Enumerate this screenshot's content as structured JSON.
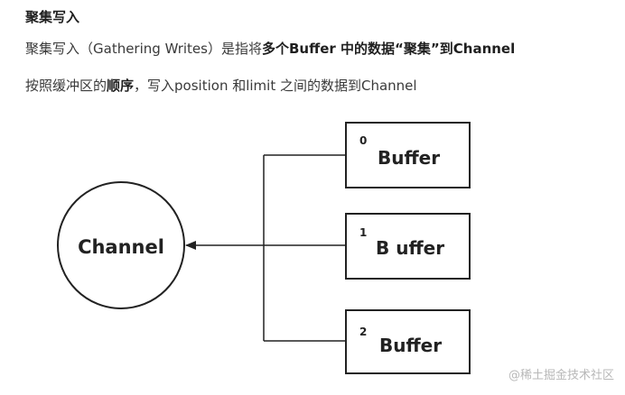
{
  "heading": "聚集写入",
  "para1": {
    "t1": "聚集写入（Gathering Writes）是指将",
    "b1": "多个Buffer 中的数据“聚集”到Channel"
  },
  "para2": {
    "t1": "按照缓冲区的",
    "b1": "顺序",
    "t2": "，写入position 和limit 之间的数据到Channel"
  },
  "diagram": {
    "channel_label": "Channel",
    "buffers": [
      {
        "index": "0",
        "label": "Buffer"
      },
      {
        "index": "1",
        "label": "B uffer"
      },
      {
        "index": "2",
        "label": "Buffer"
      }
    ]
  },
  "watermark": "@稀土掘金技术社区"
}
